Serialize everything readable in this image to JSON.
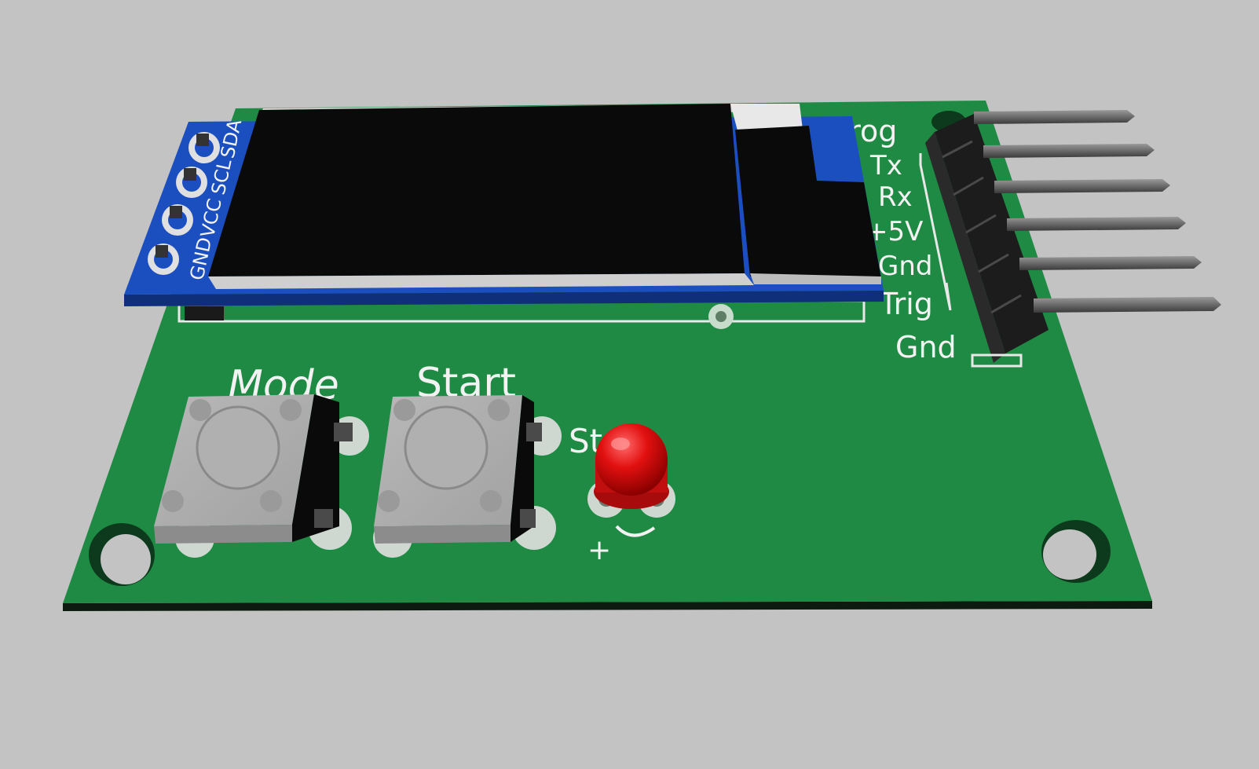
{
  "scene": {
    "background_color": "#c3c3c3",
    "pcb_color": "#1e8a43",
    "oled_module_color": "#1b4fc0",
    "led_color": "#e21010"
  },
  "labels": {
    "mode": "Mode",
    "start": "Start",
    "led_start": "Start",
    "led_plus": "+",
    "oled_pins": [
      "GND",
      "VCC",
      "SCL",
      "SDA"
    ],
    "header_pins": [
      "Prog",
      "Tx",
      "Rx",
      "+5V",
      "Gnd",
      "Trig",
      "Gnd"
    ]
  }
}
